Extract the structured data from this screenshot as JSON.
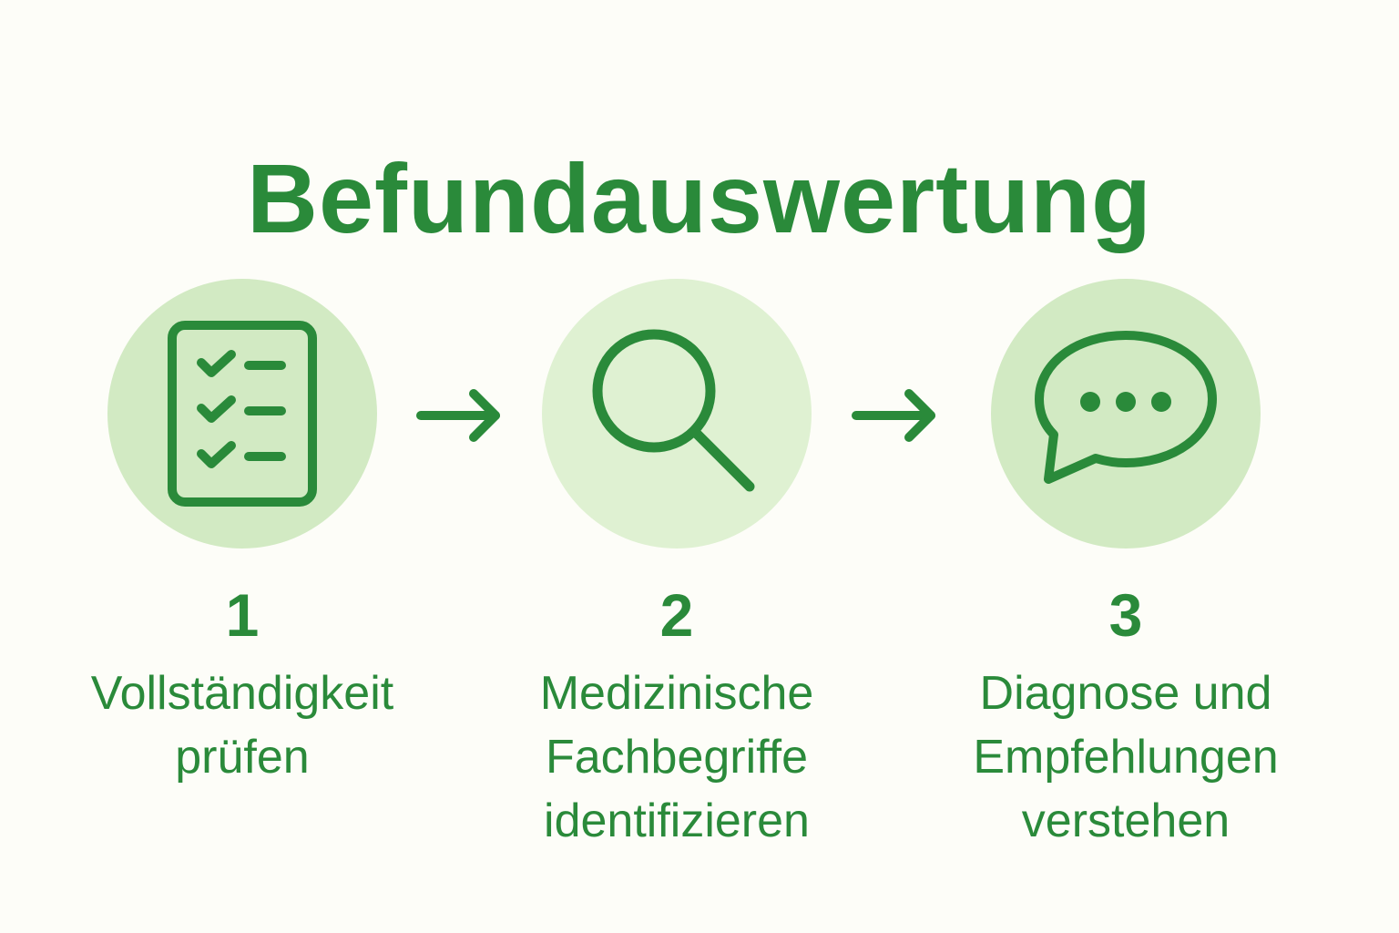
{
  "title": "Befundauswertung",
  "colors": {
    "primary_green": "#2a8a3a",
    "circle_fill_1": "#d2eac3",
    "circle_fill_2": "#dff1d2",
    "circle_fill_3": "#d2eac3",
    "background": "#fdfdf8"
  },
  "steps": [
    {
      "number": "1",
      "icon": "checklist-icon",
      "label_lines": [
        "Vollständigkeit",
        "prüfen"
      ]
    },
    {
      "number": "2",
      "icon": "magnifier-icon",
      "label_lines": [
        "Medizinische",
        "Fachbegriffe",
        "identifizieren"
      ]
    },
    {
      "number": "3",
      "icon": "speech-bubble-icon",
      "label_lines": [
        "Diagnose und",
        "Empfehlungen",
        "verstehen"
      ]
    }
  ],
  "connectors": [
    "arrow-right-icon",
    "arrow-right-icon"
  ]
}
